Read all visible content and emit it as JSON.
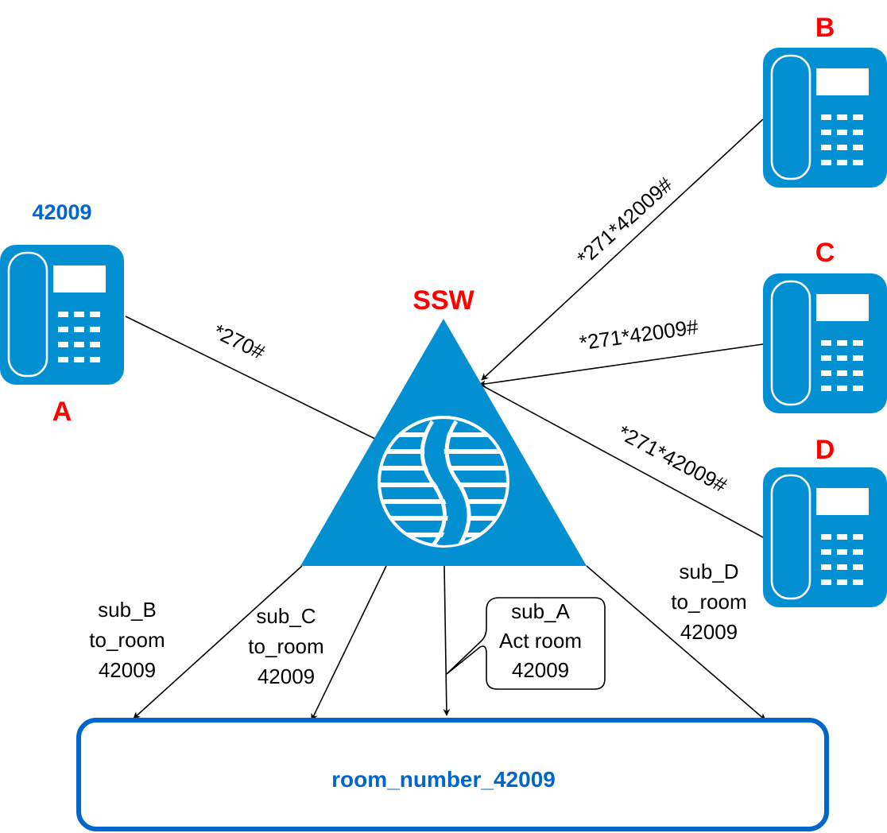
{
  "colors": {
    "device_blue": "#0290d3",
    "label_red": "#ff0000",
    "accent_blue": "#0066cc",
    "line": "#000000"
  },
  "softswitch": {
    "label": "SSW",
    "icon": "softswitch-triangle-icon"
  },
  "phones": {
    "A": {
      "name": "A",
      "number": "42009",
      "icon": "phone-icon"
    },
    "B": {
      "name": "B",
      "icon": "phone-icon"
    },
    "C": {
      "name": "C",
      "icon": "phone-icon"
    },
    "D": {
      "name": "D",
      "icon": "phone-icon"
    }
  },
  "edges": {
    "a_to_ssw": "*270#",
    "b_to_ssw": "*271*42009#",
    "c_to_ssw": "*271*42009#",
    "d_to_ssw": "*271*42009#"
  },
  "room_labels": {
    "sub_b": [
      "sub_B",
      "to_room",
      "42009"
    ],
    "sub_c": [
      "sub_C",
      "to_room",
      "42009"
    ],
    "sub_d": [
      "sub_D",
      "to_room",
      "42009"
    ],
    "sub_a_callout": [
      "sub_A",
      "Act room",
      "42009"
    ]
  },
  "room": {
    "label": "room_number_42009"
  }
}
